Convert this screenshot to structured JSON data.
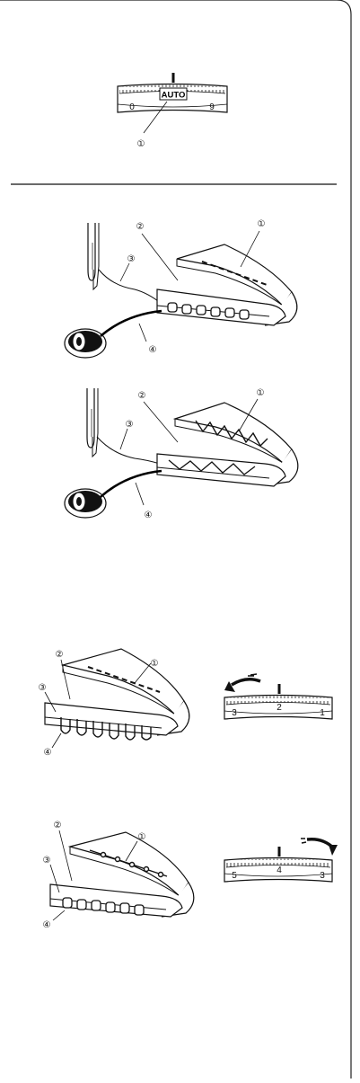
{
  "page": {
    "colors": {
      "ink": "#111111",
      "paper": "#ffffff",
      "thread": "#000000"
    }
  },
  "top_dial": {
    "label_auto": "AUTO",
    "num_left": "0",
    "num_right": "9",
    "callout_1": "①"
  },
  "figure_straight": {
    "c1": "①",
    "c2": "②",
    "c3": "③",
    "c4": "④"
  },
  "figure_zigzag": {
    "c1": "①",
    "c2": "②",
    "c3": "③",
    "c4": "④"
  },
  "figure_loose": {
    "c1": "①",
    "c2": "②",
    "c3": "③",
    "c4": "④"
  },
  "dial_loose": {
    "num_left": "3",
    "num_center": "2",
    "num_right": "1"
  },
  "figure_tight": {
    "c1": "①",
    "c2": "②",
    "c3": "③",
    "c4": "④"
  },
  "dial_tight": {
    "num_left": "5",
    "num_center": "4",
    "num_right": "3"
  }
}
